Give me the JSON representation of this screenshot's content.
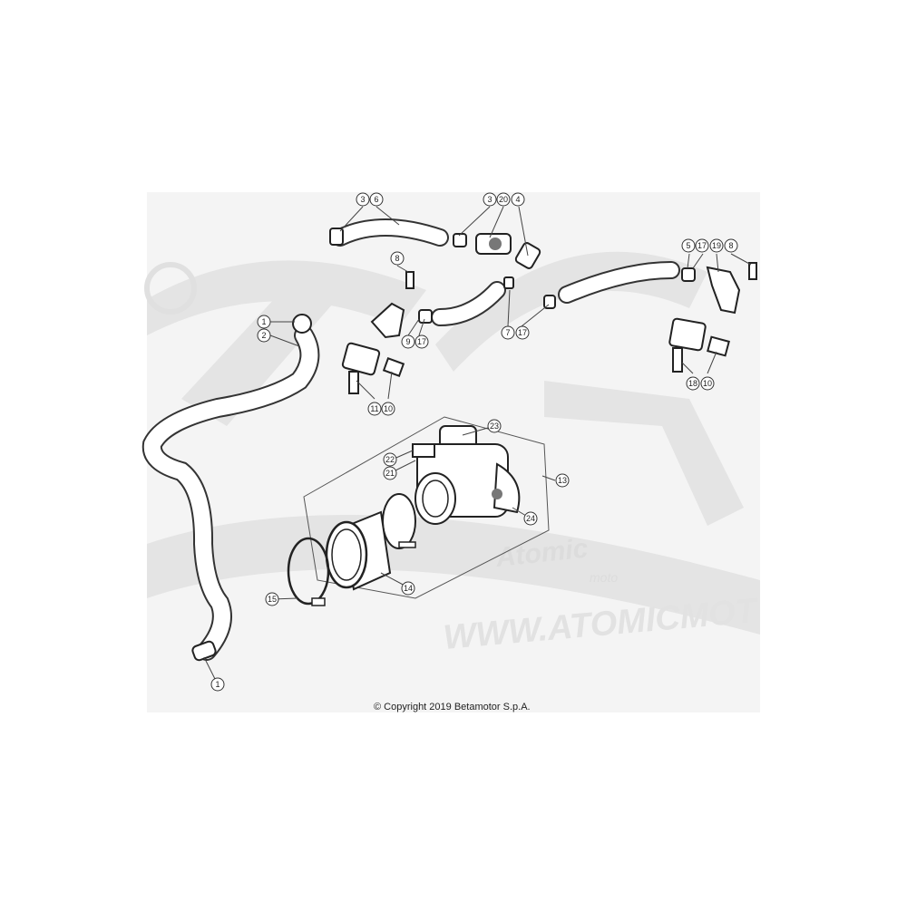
{
  "diagram": {
    "copyright": "© Copyright 2019 Betamotor S.p.A.",
    "watermark": {
      "brand_top": "Atomic",
      "brand_bottom": "moto",
      "url": "WWW.ATOMICMOT"
    },
    "callouts": [
      "1",
      "2",
      "3",
      "6",
      "3",
      "20",
      "4",
      "8",
      "9",
      "17",
      "7",
      "17",
      "5",
      "17",
      "19",
      "8",
      "11",
      "10",
      "18",
      "10",
      "23",
      "22",
      "21",
      "13",
      "24",
      "14",
      "15",
      "1"
    ]
  }
}
